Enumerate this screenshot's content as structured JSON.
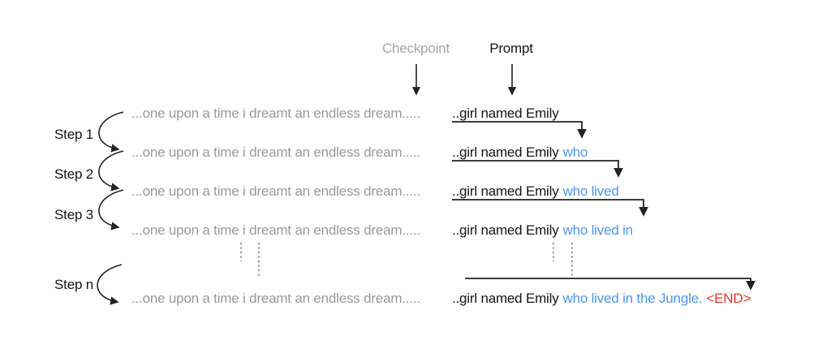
{
  "header": {
    "checkpoint_label": "Checkpoint",
    "prompt_label": "Prompt"
  },
  "steps": [
    {
      "label": "Step 1"
    },
    {
      "label": "Step 2"
    },
    {
      "label": "Step 3"
    },
    {
      "label": "Step n"
    }
  ],
  "rows": [
    {
      "checkpoint": "...one upon a time i dreamt an endless dream.....",
      "prompt": "..girl named Emily",
      "generated": "",
      "end": ""
    },
    {
      "checkpoint": "...one upon a time i dreamt an endless dream.....",
      "prompt": "..girl named Emily",
      "generated": "who",
      "end": ""
    },
    {
      "checkpoint": "...one upon a time i dreamt an endless dream.....",
      "prompt": "..girl named Emily",
      "generated": "who lived",
      "end": ""
    },
    {
      "checkpoint": "...one upon a time i dreamt an endless dream.....",
      "prompt": "..girl named Emily",
      "generated": "who lived in",
      "end": ""
    },
    {
      "checkpoint": "...one upon a time i dreamt an endless dream.....",
      "prompt": "..girl named Emily",
      "generated": "who lived in the Jungle.",
      "end": "<END>"
    }
  ],
  "colors": {
    "checkpoint_text_gray": "#9a9a9a",
    "checkpoint_label_gray": "#a6a6a6",
    "prompt_black": "#151515",
    "generated_blue": "#4b96f3",
    "end_token_red": "#e93323",
    "arrow_black": "#222222"
  }
}
